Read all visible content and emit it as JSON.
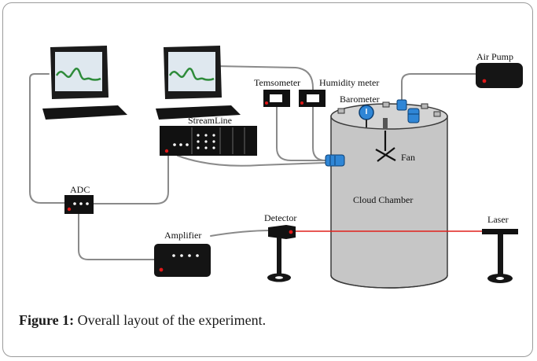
{
  "labels": {
    "air_pump": "Air Pump",
    "temperature_meter": "Temsometer",
    "humidity_meter": "Humidity meter",
    "barometer": "Barometer",
    "streamline": "StreamLine",
    "fan": "Fan",
    "adc": "ADC",
    "cloud_chamber": "Cloud Chamber",
    "detector": "Detector",
    "laser": "Laser",
    "amplifier": "Amplifier"
  },
  "caption": {
    "figure_label": "Figure 1:",
    "text": " Overall layout of the experiment."
  },
  "colors": {
    "laser_beam": "#e0201c",
    "monitor_screen": "#dfe8ef",
    "waveform": "#2e8b3a",
    "chamber_fill": "#c6c6c6",
    "indicator_led": "#e01818",
    "connector_blue": "#2f86d6"
  }
}
